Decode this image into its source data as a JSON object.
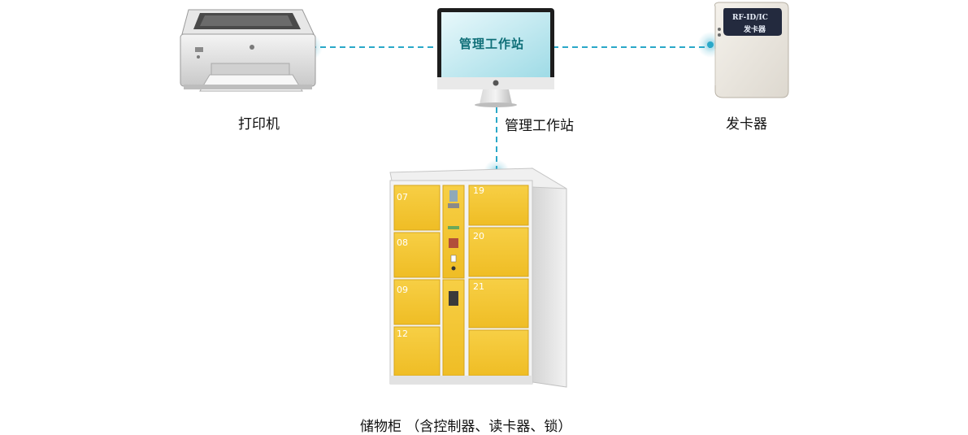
{
  "devices": {
    "printer": {
      "label": "打印机",
      "icon": "printer-icon"
    },
    "workstation": {
      "label": "管理工作站",
      "screen_text": "管理工作站",
      "icon": "monitor-icon"
    },
    "card_issuer": {
      "label": "发卡器",
      "device_text_1": "RF-ID/IC",
      "device_text_2": "发卡器",
      "icon": "card-reader-icon"
    },
    "locker": {
      "label": "储物柜 （含控制器、读卡器、锁）",
      "icon": "locker-icon",
      "door_numbers": [
        "07",
        "08",
        "09",
        "12",
        "19",
        "20",
        "21"
      ]
    }
  },
  "colors": {
    "connector": "#2aa8c8",
    "locker_door": "#f2c12e",
    "screen_bg": "#b9e6ee"
  }
}
